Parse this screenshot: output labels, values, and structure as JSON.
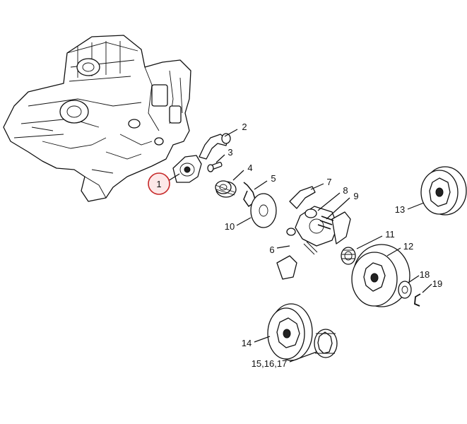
{
  "diagram": {
    "highlight_color": "#c62828",
    "callouts": [
      {
        "id": "c1",
        "text": "1",
        "highlighted": true
      },
      {
        "id": "c2",
        "text": "2"
      },
      {
        "id": "c3",
        "text": "3"
      },
      {
        "id": "c4",
        "text": "4"
      },
      {
        "id": "c5",
        "text": "5"
      },
      {
        "id": "c6",
        "text": "6"
      },
      {
        "id": "c7",
        "text": "7"
      },
      {
        "id": "c8",
        "text": "8"
      },
      {
        "id": "c9",
        "text": "9"
      },
      {
        "id": "c10",
        "text": "10"
      },
      {
        "id": "c11",
        "text": "11"
      },
      {
        "id": "c12",
        "text": "12"
      },
      {
        "id": "c13",
        "text": "13"
      },
      {
        "id": "c14",
        "text": "14"
      },
      {
        "id": "c15",
        "text": "15,16,17"
      },
      {
        "id": "c18",
        "text": "18"
      },
      {
        "id": "c19",
        "text": "19"
      }
    ]
  }
}
